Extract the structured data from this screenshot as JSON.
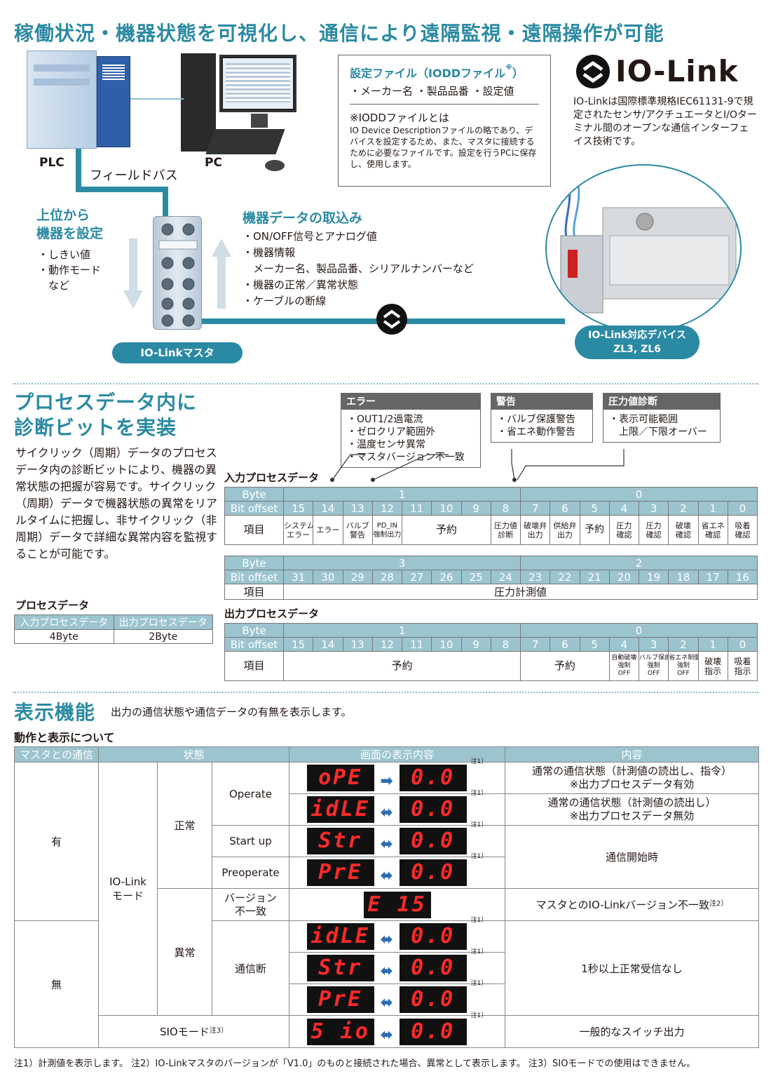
{
  "title": "稼働状況・機器状態を可視化し、通信により遠隔監視・遠隔操作が可能",
  "top": {
    "plc": "PLC",
    "pc": "PC",
    "fieldbus": "フィールドバス",
    "setting_title": "上位から\n機器を設定",
    "setting_items": [
      "・しきい値",
      "・動作モード",
      "　など"
    ],
    "capture_title": "機器データの取込み",
    "capture_items": [
      "・ON/OFF信号とアナログ値",
      "・機器情報",
      "　メーカー名、製品品番、シリアルナンバーなど",
      "・機器の正常／異常状態",
      "・ケーブルの断線"
    ],
    "master": "IO-Linkマスタ",
    "iodd_title": "設定ファイル（IODDファイル",
    "iodd_title_mark": "※",
    "iodd_title_end": "）",
    "iodd_items": "・メーカー名  ・製品品番  ・設定値",
    "iodd_note_title": "※IODDファイルとは",
    "iodd_note": "IO Device Descriptionファイルの略であり、デバイスを設定するため、また、マスタに接続するために必要なファイルです。設定を行うPCに保存し、使用します。",
    "logo": "IO-Link",
    "logo_desc": "IO-Linkは国際標準規格IEC61131-9で規定されたセンサ/アクチュエータとI/Oターミナル間のオープンな通信インターフェイス技術です。",
    "device_label1": "IO-Link対応デバイス",
    "device_label2": "ZL3, ZL6"
  },
  "process": {
    "title1": "プロセスデータ内に",
    "title2": "診断ビットを実装",
    "desc": "サイクリック（周期）データのプロセスデータ内の診断ビットにより、機器の異常状態の把握が容易です。サイクリック（周期）データで機器状態の異常をリアルタイムに把握し、非サイクリック（非周期）データで詳細な異常内容を監視することが可能です。",
    "pd_label": "プロセスデータ",
    "pd_head": [
      "入力プロセスデータ",
      "出力プロセスデータ"
    ],
    "pd_val": [
      "4Byte",
      "2Byte"
    ],
    "err_title": "エラー",
    "err_items": [
      "・OUT1/2過電流",
      "・ゼロクリア範囲外",
      "・温度センサ異常",
      "・マスタバージョン不一致"
    ],
    "warn_title": "警告",
    "warn_items": [
      "・バルブ保護警告",
      "・省エネ動作警告"
    ],
    "press_title": "圧力値診断",
    "press_items": [
      "・表示可能範囲",
      "　上限／下限オーバー"
    ],
    "input_label": "入力プロセスデータ",
    "output_label": "出力プロセスデータ",
    "byte": "Byte",
    "bit_offset": "Bit offset",
    "item": "項目",
    "in1_bytes": [
      "1",
      "0"
    ],
    "in1_bits": [
      "15",
      "14",
      "13",
      "12",
      "11",
      "10",
      "9",
      "8",
      "7",
      "6",
      "5",
      "4",
      "3",
      "2",
      "1",
      "0"
    ],
    "in1_items": [
      "システム\nエラー",
      "エラー",
      "バルブ\n警告",
      "PD_IN\n強制出力",
      "予約",
      "圧力値\n診断",
      "破壊弁\n出力",
      "供給弁\n出力",
      "予約",
      "圧力\n確認",
      "圧力\n確認",
      "破壊\n確認",
      "省エネ\n確認",
      "吸着\n確認"
    ],
    "in2_bytes": [
      "3",
      "2"
    ],
    "in2_bits": [
      "31",
      "30",
      "29",
      "28",
      "27",
      "26",
      "25",
      "24",
      "23",
      "22",
      "21",
      "20",
      "19",
      "18",
      "17",
      "16"
    ],
    "in2_item": "圧力計測値",
    "out_bytes": [
      "1",
      "0"
    ],
    "out_bits": [
      "15",
      "14",
      "13",
      "12",
      "11",
      "10",
      "9",
      "8",
      "7",
      "6",
      "5",
      "4",
      "3",
      "2",
      "1",
      "0"
    ],
    "out_items": [
      "予約",
      "予約",
      "自動破壊\n強制\nOFF",
      "バルブ保護\n強制\nOFF",
      "省エネ制御\n強制\nOFF",
      "破壊\n指示",
      "吸着\n指示"
    ]
  },
  "display": {
    "title": "表示機能",
    "subtitle": "出力の通信状態や通信データの有無を表示します。",
    "section": "動作と表示について",
    "head": [
      "マスタとの通信",
      "状態",
      "画面の表示内容",
      "内容"
    ],
    "comm_yes": "有",
    "comm_no": "無",
    "mode": "IO-Link\nモード",
    "normal": "正常",
    "abnormal": "異常",
    "operate": "Operate",
    "startup": "Start up",
    "preoperate": "Preoperate",
    "version": "バージョン\n不一致",
    "comm_break": "通信断",
    "sio": "SIOモード",
    "sio_note": "注3）",
    "seg": {
      "ope": "oPE",
      "idle": "idLE",
      "str": "Str",
      "pre": "PrE",
      "e15": "E 15",
      "sio": "5 io",
      "val": "0.0"
    },
    "note1": "注1）",
    "c_operate": "通常の通信状態（計測値の読出し、指令）\n※出力プロセスデータ有効",
    "c_idle": "通常の通信状態（計測値の読出し）\n※出力プロセスデータ無効",
    "c_start": "通信開始時",
    "c_version": "マスタとのIO-Linkバージョン不一致",
    "c_version_note": "注2）",
    "c_break": "1秒以上正常受信なし",
    "c_sio": "一般的なスイッチ出力",
    "footnote": "注1）計測値を表示します。 注2）IO-Linkマスタのバージョンが「V1.0」のものと接続された場合、異常として表示します。 注3）SIOモードでの使用はできません。"
  }
}
